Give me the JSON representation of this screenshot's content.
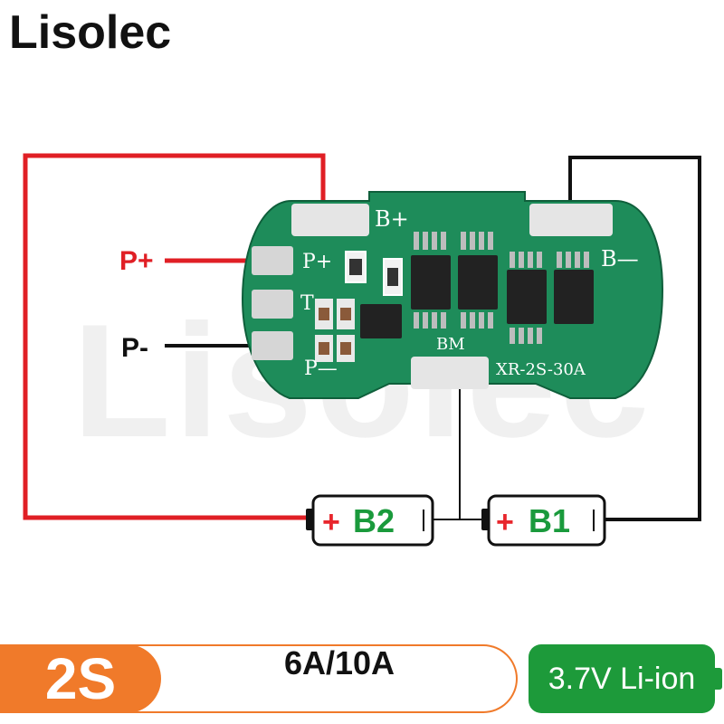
{
  "brand": "Lisolec",
  "watermark": "Lisolec",
  "board": {
    "model": "XR-2S-30A",
    "labels": {
      "b_plus": "B+",
      "b_minus": "B—",
      "p_plus": "P+",
      "t": "T",
      "p_minus": "P—",
      "bm": "BM"
    }
  },
  "terminals": {
    "p_plus": "P+",
    "p_minus": "P-"
  },
  "batteries": [
    {
      "plus": "+",
      "label": "B2"
    },
    {
      "plus": "+",
      "label": "B1"
    }
  ],
  "specs": {
    "cell_count": "2S",
    "current": "6A/10A",
    "chemistry": "3.7V Li-ion"
  },
  "colors": {
    "pcb": "#1e8c5a",
    "positive_wire": "#e01f25",
    "negative_wire": "#111111",
    "accent_orange": "#f07a2a",
    "accent_green": "#1d9a3a"
  }
}
